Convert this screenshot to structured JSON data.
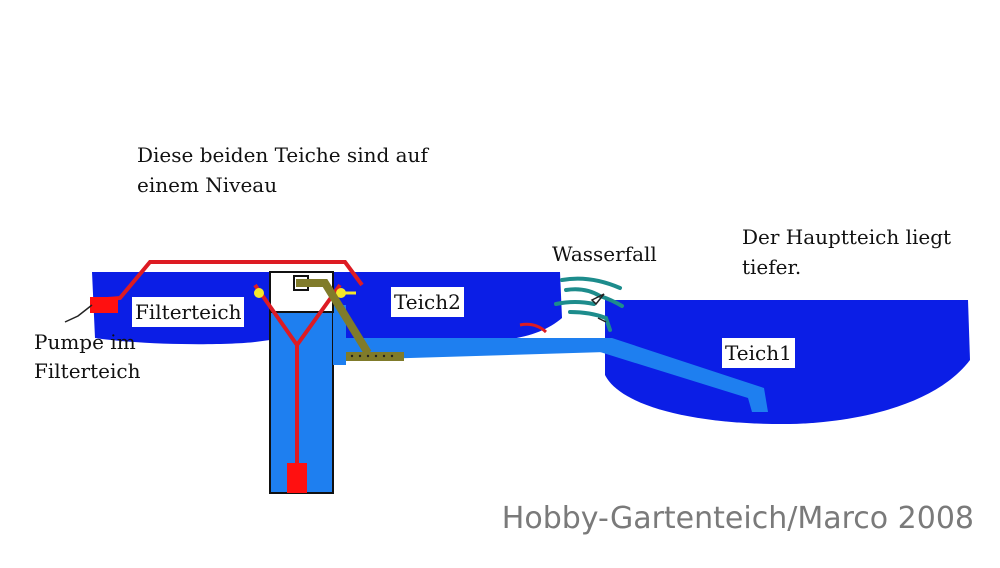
{
  "labels": {
    "note_level": [
      "Diese beiden Teiche sind auf",
      "einem Niveau"
    ],
    "note_main": [
      "Der Hauptteich liegt",
      "tiefer."
    ],
    "waterfall": "Wasserfall",
    "filterteich": "Filterteich",
    "teich2": "Teich2",
    "teich1": "Teich1",
    "pump": [
      "Pumpe im",
      "Filterteich"
    ]
  },
  "credit": "Hobby-Gartenteich/Marco 2008",
  "colors": {
    "pond_water": "#0b1ee6",
    "pipe_blue": "#1e7ff0",
    "hose_red": "#dd1b23",
    "pump_red": "#ff1010",
    "valve_olive": "#807b2a",
    "waterfall_teal": "#1d8c8c",
    "fitting_yellow": "#f4e82a",
    "outline": "#111111"
  }
}
